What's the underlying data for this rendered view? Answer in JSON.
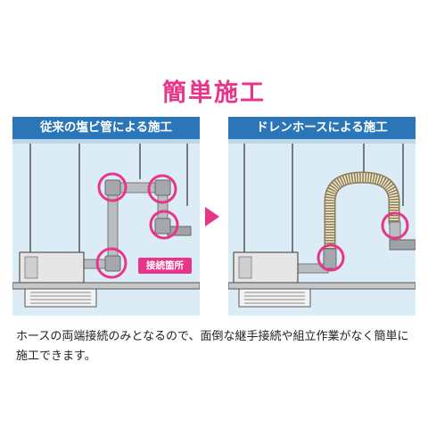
{
  "title": "簡単施工",
  "panels": {
    "left": {
      "header": "従来の塩ビ管による施工",
      "tag": "接続箇所"
    },
    "right": {
      "header": "ドレンホースによる施工"
    }
  },
  "description": "ホースの両端接続のみとなるので、面倒な継手接続や組立作業がなく簡単に施工できます。",
  "colors": {
    "accent": "#e8358a",
    "header_blue": "#2b76b8",
    "panel_bg": "#dcecf7"
  }
}
